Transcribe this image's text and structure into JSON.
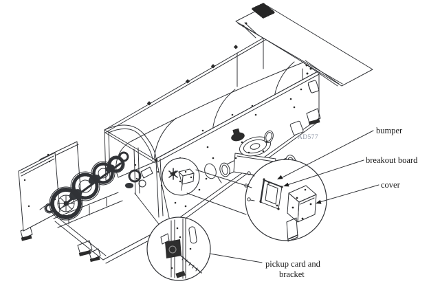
{
  "diagram": {
    "description": "isometric exploded technical drawing of machine with callout detail circles",
    "background_color": "#ffffff",
    "line_color": "#303236",
    "dark_fill_color": "#2b2b2b",
    "code": {
      "text": "AD577",
      "color": "#8d95a5"
    },
    "callouts": [
      {
        "id": "bumper",
        "text": "bumper"
      },
      {
        "id": "breakout-board",
        "text": "breakout board"
      },
      {
        "id": "cover",
        "text": "cover"
      },
      {
        "id": "pickup-card",
        "text": "pickup card and",
        "text_line2": "bracket"
      }
    ]
  }
}
